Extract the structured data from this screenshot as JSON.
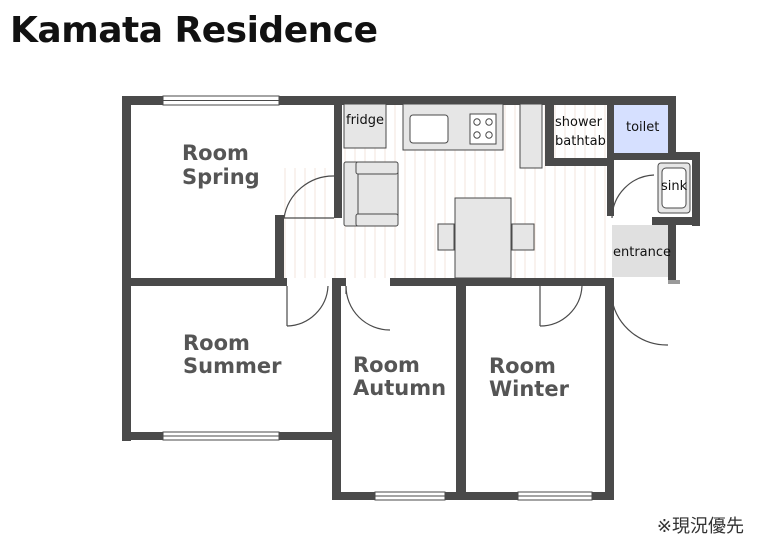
{
  "title": "Kamata Residence",
  "rooms": {
    "spring": [
      "Room",
      "Spring"
    ],
    "summer": [
      "Room",
      "Summer"
    ],
    "autumn": [
      "Room",
      "Autumn"
    ],
    "winter": [
      "Room",
      "Winter"
    ]
  },
  "fixtures": {
    "fridge": "fridge",
    "shower": "shower",
    "bathtab": "bathtab",
    "toilet": "toilet",
    "sink": "sink",
    "entrance": "entrance"
  },
  "note": "※現況優先",
  "colors": {
    "wall": "#4a4a4a",
    "toilet": "#d6e0ff",
    "fixture": "#e6e6e6",
    "floor": "#f3e6dc",
    "entrance": "#e0e0e0"
  }
}
